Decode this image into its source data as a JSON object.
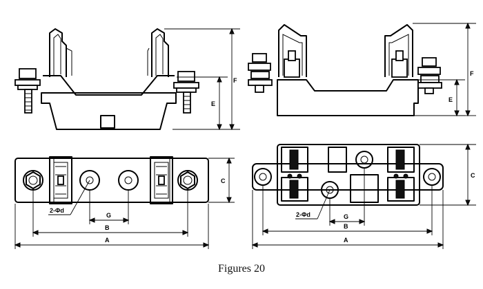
{
  "caption": "Figures 20",
  "labels": {
    "dim_a": "A",
    "dim_b": "B",
    "dim_c": "C",
    "dim_e": "E",
    "dim_f": "F",
    "dim_g": "G",
    "hole_note": "2-Φd"
  },
  "colors": {
    "ink": "#000000",
    "paper": "#ffffff"
  }
}
